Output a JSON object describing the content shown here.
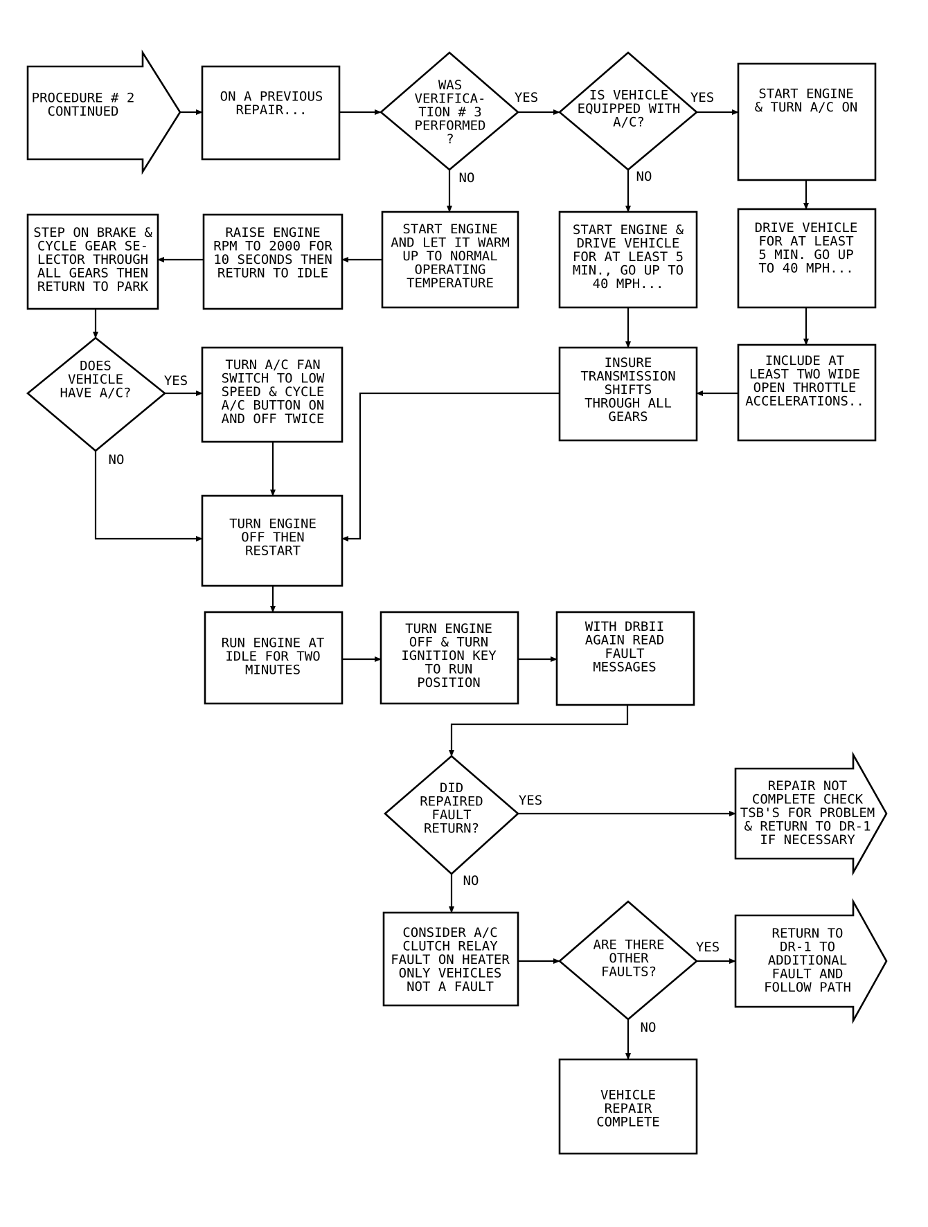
{
  "nodes": {
    "proc2": {
      "lines": [
        "PROCEDURE # 2",
        "CONTINUED"
      ]
    },
    "prev_repair": {
      "lines": [
        "ON A PREVIOUS",
        "REPAIR..."
      ]
    },
    "was_verif": {
      "lines": [
        "WAS",
        "VERIFICA-",
        "TION # 3",
        "PERFORMED",
        "?"
      ]
    },
    "equipped_ac": {
      "lines": [
        "IS VEHICLE",
        "EQUIPPED WITH",
        "A/C?"
      ]
    },
    "start_ac_on": {
      "lines": [
        "START ENGINE",
        "& TURN A/C ON"
      ]
    },
    "step_brake": {
      "lines": [
        "STEP ON BRAKE &",
        "CYCLE GEAR SE-",
        "LECTOR THROUGH",
        "ALL GEARS THEN",
        "RETURN TO PARK"
      ]
    },
    "raise_rpm": {
      "lines": [
        "RAISE ENGINE",
        "RPM TO 2000 FOR",
        "10 SECONDS THEN",
        "RETURN TO IDLE"
      ]
    },
    "start_warm": {
      "lines": [
        "START ENGINE",
        "AND LET IT WARM",
        "UP TO NORMAL",
        "OPERATING",
        "TEMPERATURE"
      ]
    },
    "start_drive": {
      "lines": [
        "START ENGINE &",
        "DRIVE VEHICLE",
        "FOR AT LEAST 5",
        "MIN., GO UP TO",
        "40 MPH..."
      ]
    },
    "drive_vehicle": {
      "lines": [
        "DRIVE VEHICLE",
        "FOR AT LEAST",
        "5 MIN. GO UP",
        "TO 40 MPH..."
      ]
    },
    "does_ac": {
      "lines": [
        "DOES",
        "VEHICLE",
        "HAVE A/C?"
      ]
    },
    "turn_fan": {
      "lines": [
        "TURN A/C FAN",
        "SWITCH TO LOW",
        "SPEED & CYCLE",
        "A/C BUTTON ON",
        "AND OFF TWICE"
      ]
    },
    "insure_trans": {
      "lines": [
        "INSURE",
        "TRANSMISSION",
        "SHIFTS",
        "THROUGH ALL",
        "GEARS"
      ]
    },
    "include_wot": {
      "lines": [
        "INCLUDE AT",
        "LEAST TWO WIDE",
        "OPEN THROTTLE",
        "ACCELERATIONS.."
      ]
    },
    "turn_off_restart": {
      "lines": [
        "TURN ENGINE",
        "OFF THEN",
        "RESTART"
      ]
    },
    "run_idle": {
      "lines": [
        "RUN ENGINE AT",
        "IDLE FOR TWO",
        "MINUTES"
      ]
    },
    "turn_off_key": {
      "lines": [
        "TURN ENGINE",
        "OFF & TURN",
        "IGNITION KEY",
        "TO RUN",
        "POSITION"
      ]
    },
    "drbii_read": {
      "lines": [
        "WITH DRBII",
        "AGAIN READ",
        "FAULT",
        "MESSAGES"
      ]
    },
    "did_return": {
      "lines": [
        "DID",
        "REPAIRED",
        "FAULT",
        "RETURN?"
      ]
    },
    "repair_not_complete": {
      "lines": [
        "REPAIR NOT",
        "COMPLETE CHECK",
        "TSB'S FOR PROBLEM",
        "& RETURN TO DR-1",
        "IF NECESSARY"
      ]
    },
    "consider_relay": {
      "lines": [
        "CONSIDER A/C",
        "CLUTCH RELAY",
        "FAULT ON HEATER",
        "ONLY VEHICLES",
        "NOT A FAULT"
      ]
    },
    "other_faults": {
      "lines": [
        "ARE THERE",
        "OTHER",
        "FAULTS?"
      ]
    },
    "return_dr1": {
      "lines": [
        "RETURN TO",
        "DR-1 TO",
        "ADDITIONAL",
        "FAULT AND",
        "FOLLOW PATH"
      ]
    },
    "complete": {
      "lines": [
        "VEHICLE",
        "REPAIR",
        "COMPLETE"
      ]
    }
  },
  "labels": {
    "yes": "YES",
    "no": "NO"
  }
}
